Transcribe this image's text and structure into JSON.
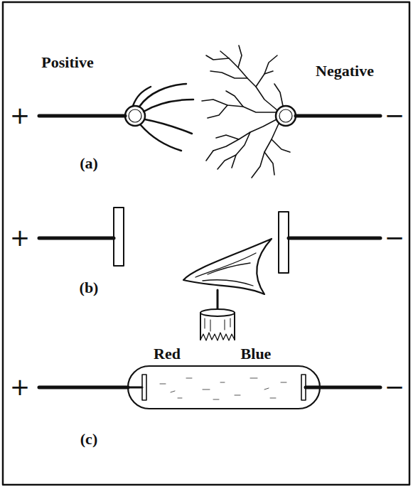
{
  "diagram": {
    "labels": [
      "+",
      "Positive",
      "Negative",
      "−",
      "(a)",
      "+",
      "−",
      "(b)",
      "Red",
      "Blue",
      "+",
      "−",
      "(c)"
    ]
  }
}
